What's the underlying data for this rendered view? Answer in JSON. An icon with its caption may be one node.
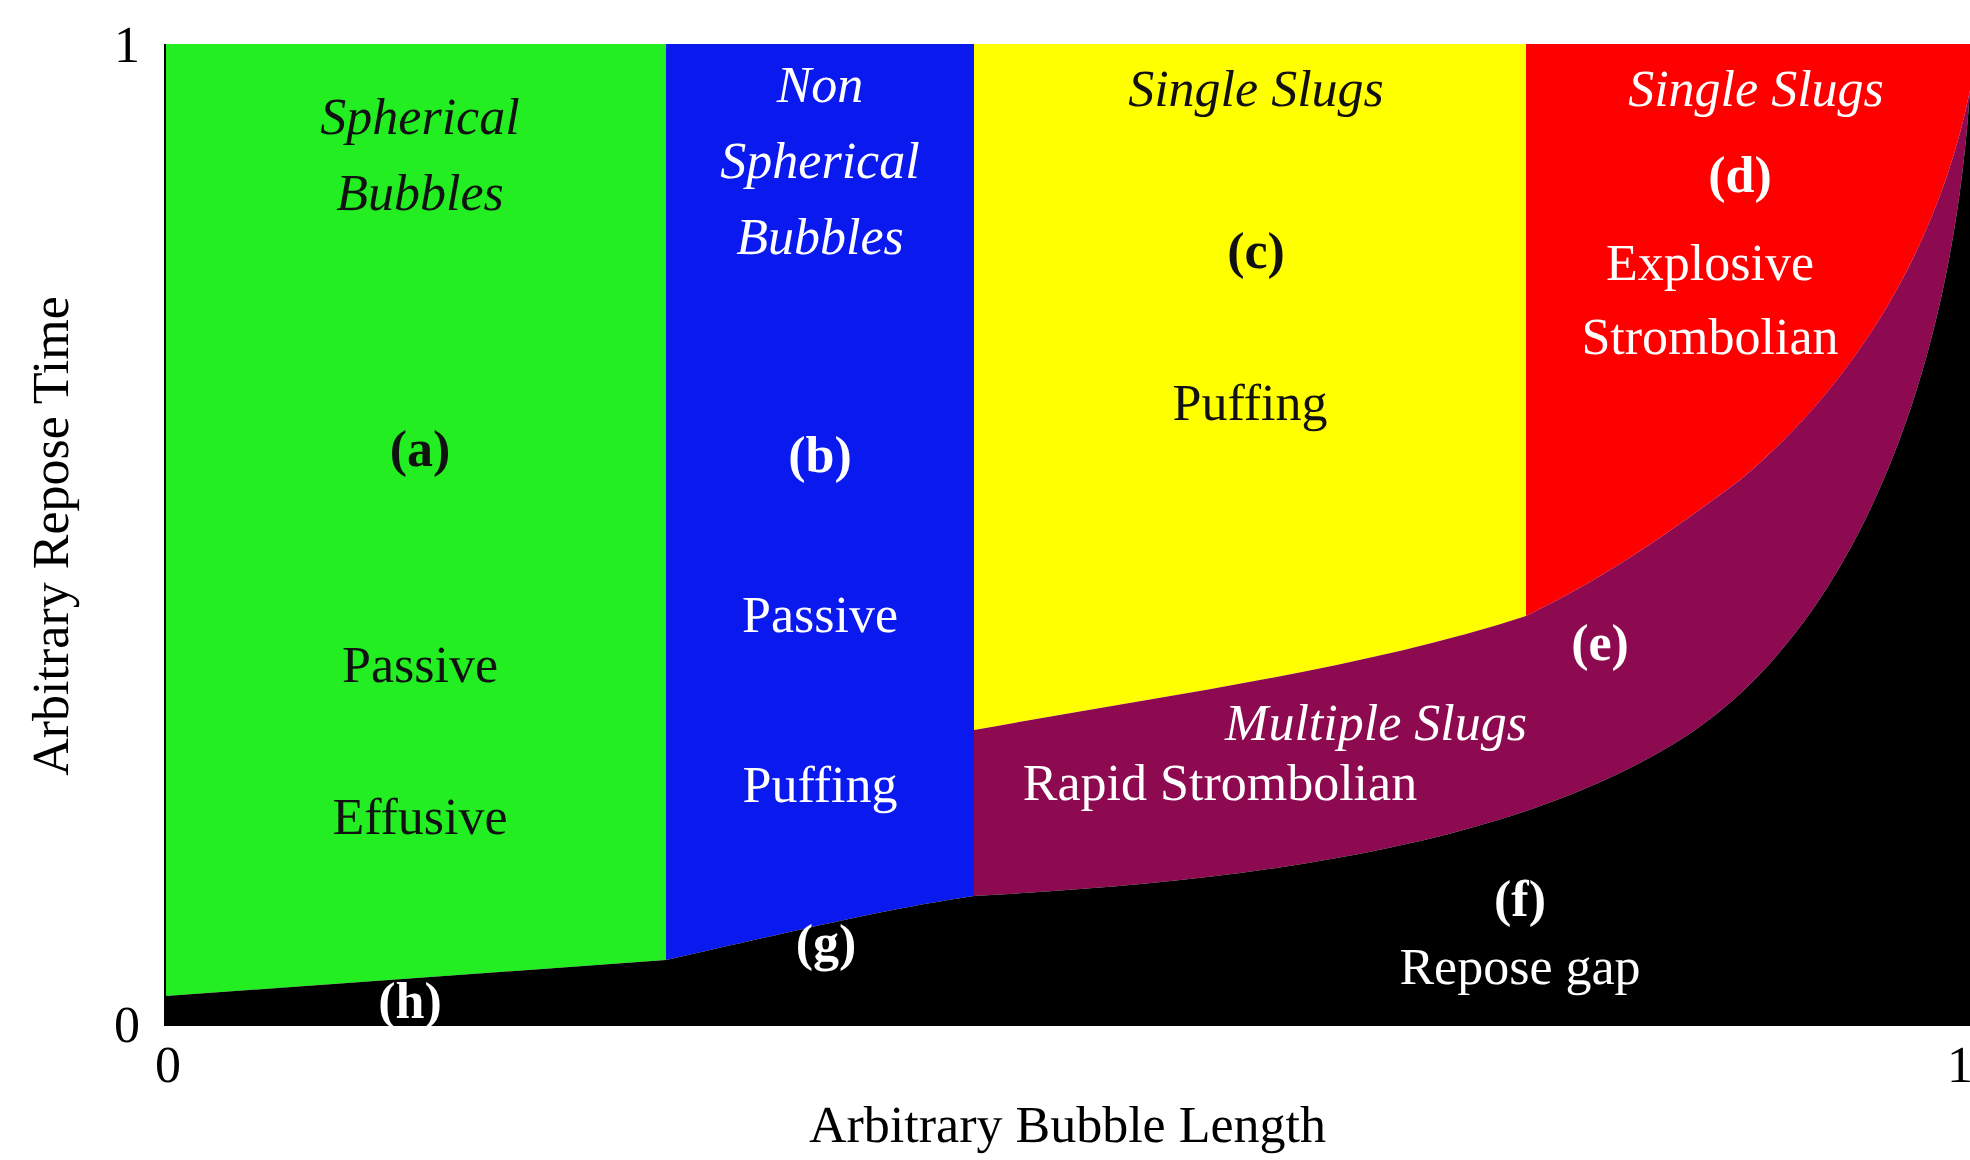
{
  "diagram": {
    "nodes": [
      {
        "text": [
          "Spherical Bubbles",
          "(a)",
          "Passive Effusive"
        ]
      },
      {
        "text": [
          "Non Spherical Bubbles",
          "(b)",
          "Passive Puffing"
        ]
      },
      {
        "text": [
          "Single Slugs",
          "(c)",
          "Puffing"
        ]
      },
      {
        "text": [
          "Single Slugs",
          "(d)",
          "Explosive Strombolian"
        ]
      },
      {
        "text": [
          "(e)",
          "Multiple Slugs",
          "Rapid Strombolian"
        ]
      },
      {
        "text": [
          "(h)",
          "(g)",
          "(f)",
          "Repose gap"
        ]
      }
    ],
    "labels": [
      "1",
      "Arbitrary Repose Time",
      "0",
      "0",
      "1",
      "Arbitrary Bubble Length"
    ]
  }
}
